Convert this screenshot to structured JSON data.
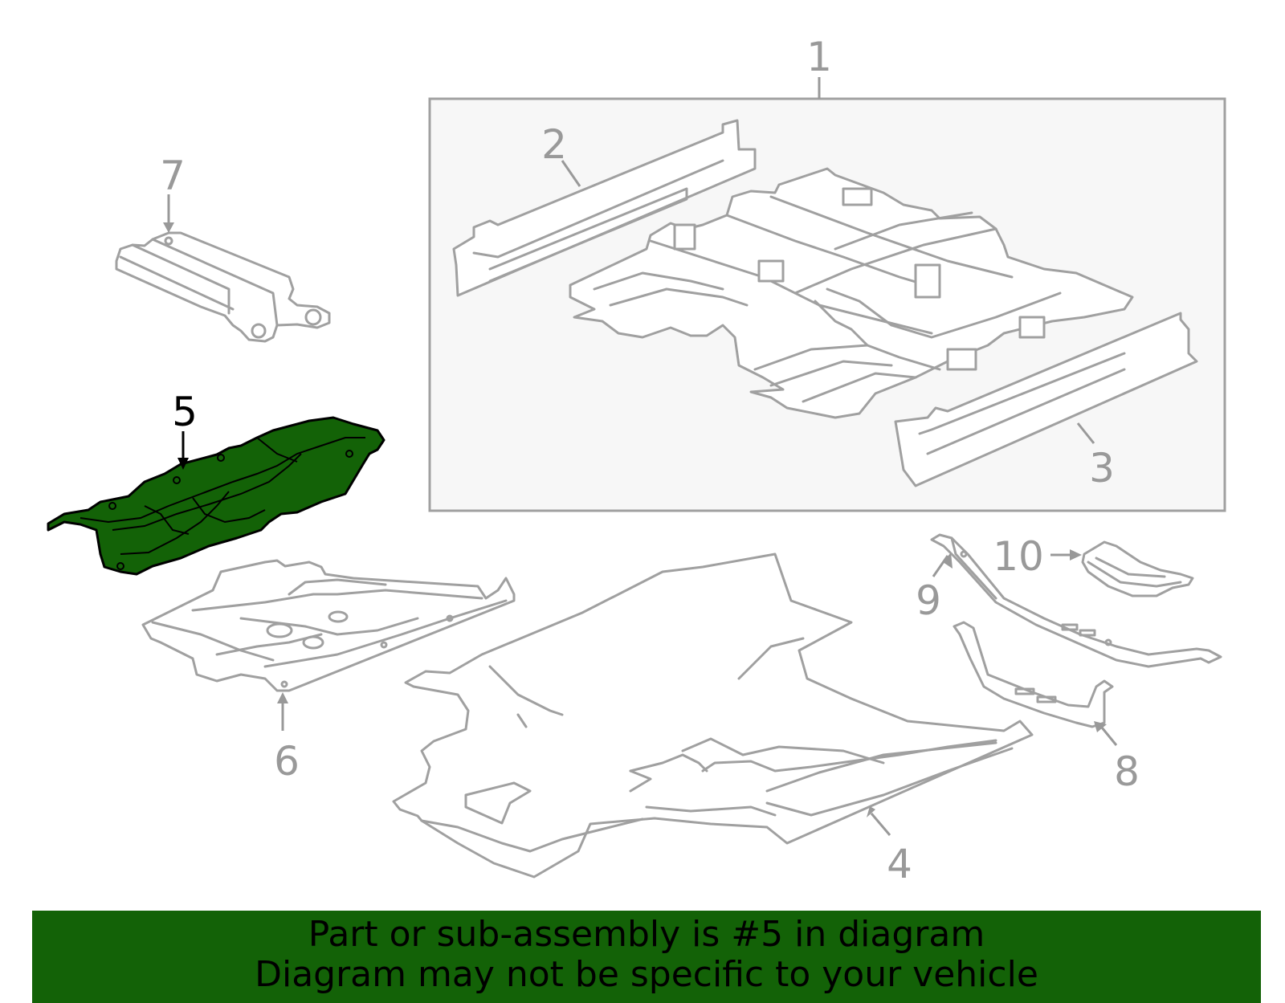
{
  "diagram": {
    "callouts": [
      "1",
      "2",
      "3",
      "4",
      "5",
      "6",
      "7",
      "8",
      "9",
      "10"
    ],
    "highlighted_part": "5",
    "highlight_color": "#136207",
    "outline_color": "#a0a0a0",
    "callout_color": "#999999"
  },
  "banner": {
    "line1": "Part or sub-assembly is #5 in diagram",
    "line2": "Diagram may not be specific to your vehicle",
    "background_color": "#136207"
  }
}
